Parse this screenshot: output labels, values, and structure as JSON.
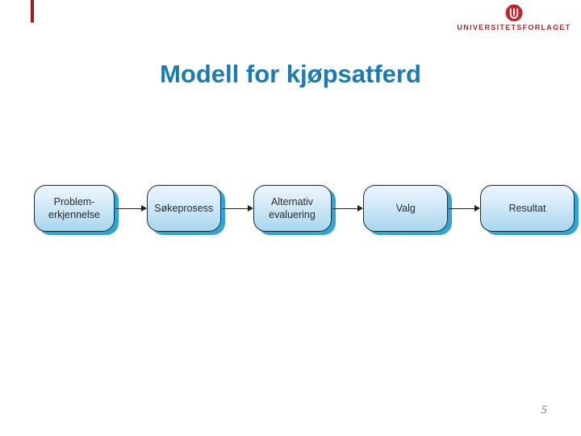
{
  "slide": {
    "title": "Modell for kjøpsatferd",
    "page_number": "5"
  },
  "logo": {
    "text": "UNIVERSITETSFORLAGET"
  },
  "diagram": {
    "type": "flowchart",
    "direction": "left-to-right",
    "steps": [
      {
        "label": "Problem-\nerkjennelse"
      },
      {
        "label": "Søkeprosess"
      },
      {
        "label": "Alternativ\nevaluering"
      },
      {
        "label": "Valg"
      },
      {
        "label": "Resultat"
      }
    ]
  },
  "colors": {
    "title_blue": "#1a7ab4",
    "logo_red": "#b2232a",
    "accent_tab_red": "#9e1b1e",
    "box_fill_top": "#eaf5fc",
    "box_fill_bottom": "#a8d6ee",
    "box_shadow_cyan": "#2ca6da",
    "box_border": "#1c2b33",
    "box_text": "#2b2b2b",
    "arrow_black": "#222222",
    "page_number_gray": "#7b7b7b"
  }
}
